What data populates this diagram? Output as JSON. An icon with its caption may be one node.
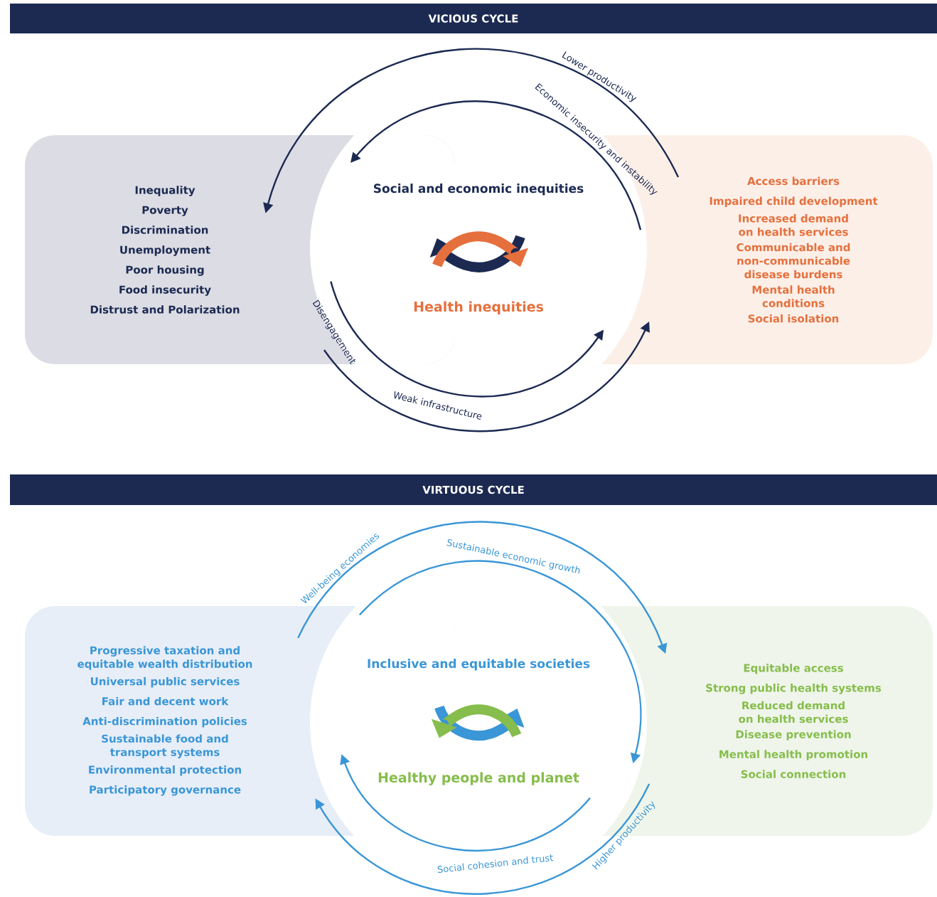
{
  "diagram": {
    "nodes": [
      {
        "text": [
          "VICIOUS CYCLE"
        ]
      },
      {
        "text": [
          "Inequality",
          "Poverty",
          "Discrimination",
          "Unemployment",
          "Poor housing",
          "Food insecurity",
          "Distrust and Polarization"
        ]
      },
      {
        "text": [
          "Social and economic inequities",
          "Health inequities"
        ]
      },
      {
        "text": [
          "Access barriers",
          "Impaired child development",
          "Increased demand on health services",
          "Communicable and non-communicable disease burdens",
          "Mental health conditions",
          "Social isolation"
        ]
      },
      {
        "text": [
          "VIRTUOUS CYCLE"
        ]
      },
      {
        "text": [
          "Progressive taxation and equitable wealth distribution",
          "Universal public services",
          "Fair and decent work",
          "Anti-discrimination policies",
          "Sustainable food and transport systems",
          "Environmental protection",
          "Participatory governance"
        ]
      },
      {
        "text": [
          "Inclusive and equitable societies",
          "Healthy people and planet"
        ]
      },
      {
        "text": [
          "Equitable access",
          "Strong public health systems",
          "Reduced demand on health services",
          "Disease prevention",
          "Mental health promotion",
          "Social connection"
        ]
      }
    ],
    "edges": [
      {
        "from": 3,
        "to": 1,
        "arrow": "to",
        "label": "Lower productivity"
      },
      {
        "from": 3,
        "to": 1,
        "arrow": "to",
        "label": "Economic insecurity and instability"
      },
      {
        "from": 1,
        "to": 3,
        "arrow": "to",
        "label": "Disengagement"
      },
      {
        "from": 1,
        "to": 3,
        "arrow": "to",
        "label": "Weak infrastructure"
      },
      {
        "from": 5,
        "to": 7,
        "arrow": "to",
        "label": "Well-being economies",
        "color": "#3a96d6"
      },
      {
        "from": 5,
        "to": 7,
        "arrow": "to",
        "label": "Sustainable economic growth",
        "color": "#3a96d6"
      },
      {
        "from": 7,
        "to": 5,
        "arrow": "to",
        "label": "Social cohesion and trust",
        "color": "#3a96d6"
      },
      {
        "from": 7,
        "to": 5,
        "arrow": "to",
        "label": "Higher productivity",
        "color": "#3a96d6"
      }
    ]
  }
}
